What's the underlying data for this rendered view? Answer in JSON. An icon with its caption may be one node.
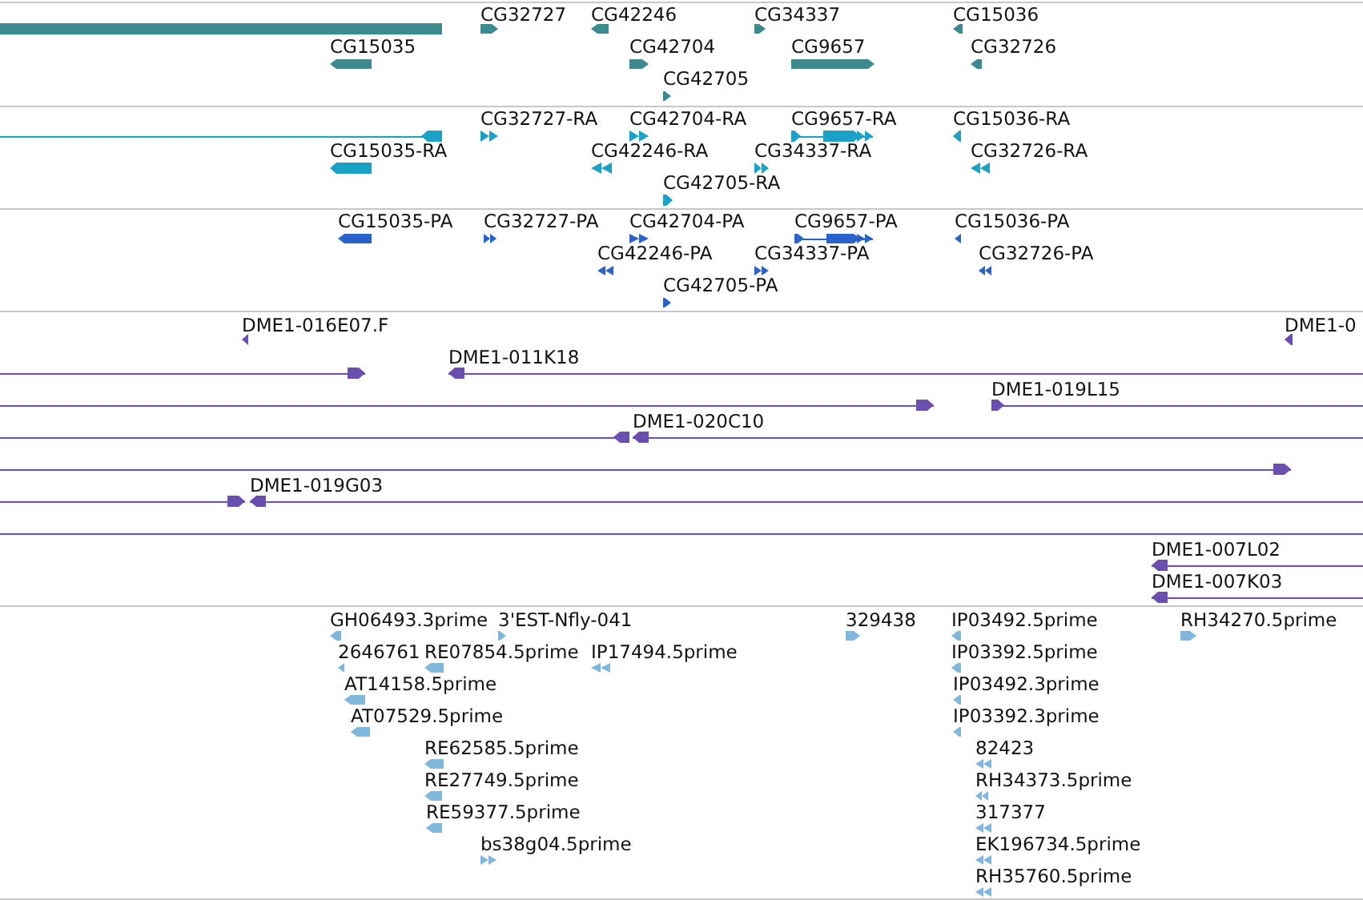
{
  "diagram": {
    "labels": [
      "CG32727",
      "CG42246",
      "CG34337",
      "CG15036",
      "CG15035",
      "CG42704",
      "CG9657",
      "CG32726",
      "CG42705",
      "CG32727-RA",
      "CG42704-RA",
      "CG9657-RA",
      "CG15036-RA",
      "CG15035-RA",
      "CG42246-RA",
      "CG34337-RA",
      "CG32726-RA",
      "CG42705-RA",
      "CG15035-PA",
      "CG32727-PA",
      "CG42704-PA",
      "CG9657-PA",
      "CG15036-PA",
      "CG42246-PA",
      "CG34337-PA",
      "CG32726-PA",
      "CG42705-PA",
      "DME1-016E07.F",
      "DME1-0",
      "DME1-011K18",
      "DME1-019L15",
      "DME1-020C10",
      "DME1-019G03",
      "DME1-007L02",
      "DME1-007K03",
      "GH06493.3prime",
      "3'EST-Nfly-041",
      "329438",
      "IP03492.5prime",
      "RH34270.5prime",
      "2646761",
      "RE07854.5prime",
      "IP17494.5prime",
      "IP03392.5prime",
      "AT14158.5prime",
      "IP03492.3prime",
      "AT07529.5prime",
      "IP03392.3prime",
      "RE62585.5prime",
      "82423",
      "RE27749.5prime",
      "RH34373.5prime",
      "RE59377.5prime",
      "317377",
      "bs38g04.5prime",
      "EK196734.5prime",
      "RH35760.5prime"
    ]
  }
}
